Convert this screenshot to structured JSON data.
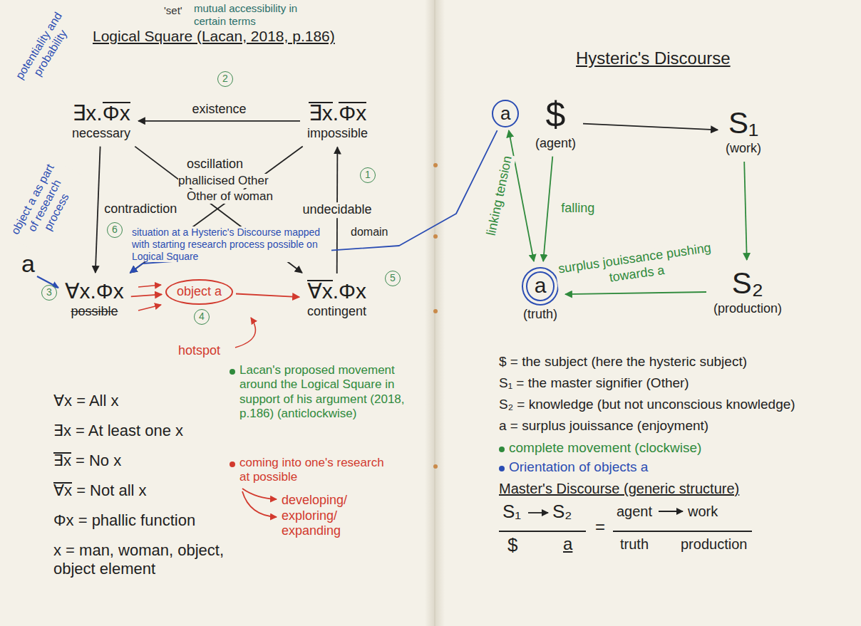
{
  "diagram": {
    "title": "Logical Square (Lacan, 2018, p.186)",
    "nodes": [
      {
        "text": [
          "∃x.Φx",
          "necessary"
        ]
      },
      {
        "text": [
          "∃x.Φx",
          "impossible"
        ]
      },
      {
        "text": [
          "∀x.Φx",
          "possible"
        ]
      },
      {
        "text": [
          "∀x.Φx",
          "contingent"
        ]
      },
      {
        "text": [
          "object a"
        ]
      },
      {
        "text": [
          "a"
        ]
      },
      {
        "text": [
          "$",
          "(agent)"
        ]
      },
      {
        "text": [
          "S₁",
          "(work)"
        ]
      },
      {
        "text": [
          "a",
          "(truth)"
        ]
      },
      {
        "text": [
          "S₂",
          "(production)"
        ]
      }
    ],
    "edges": [
      {
        "from": 1,
        "to": 0,
        "label": "existence",
        "arrow": "to"
      },
      {
        "from": 0,
        "to": 2,
        "label": "contradiction",
        "arrow": "to"
      },
      {
        "from": 3,
        "to": 1,
        "label": "undecidable",
        "arrow": "to"
      },
      {
        "from": 0,
        "to": 3,
        "arrow": "to"
      },
      {
        "from": 1,
        "to": 2,
        "arrow": "to"
      },
      {
        "from": 2,
        "to": 4,
        "arrow": "to"
      },
      {
        "from": 4,
        "to": 3,
        "arrow": "to"
      },
      {
        "from": 6,
        "to": 7,
        "arrow": "to"
      },
      {
        "from": 7,
        "to": 9,
        "arrow": "to"
      },
      {
        "from": 9,
        "to": 8,
        "label": "surplus jouissance pushing towards a",
        "arrow": "to"
      },
      {
        "from": 6,
        "to": 8,
        "label": "falling",
        "arrow": "to"
      },
      {
        "from": 5,
        "to": 8,
        "label": "linking tension",
        "arrow": "both"
      },
      {
        "from": 5,
        "to": 2,
        "arrow": "to"
      }
    ],
    "labels": [
      "'set'",
      "mutual accessibility in certain terms",
      "potentiality and probability",
      "2",
      "1",
      "oscillation",
      "phallicised Other",
      "Other of woman",
      "domain",
      "object a as part of research process",
      "6",
      "situation at a Hysteric's Discourse mapped with starting research process possible on Logical Square",
      "a",
      "3",
      "4",
      "5",
      "hotspot",
      "∀x = All x",
      "∃x = At least one x",
      "∃x = No x",
      "∀x = Not all x",
      "Φx = phallic function",
      "x = man, woman, object, object element",
      "developing/ exploring/ expanding",
      "Hysteric's Discourse",
      "$ = the subject (here the hysteric subject)",
      "S₁ = the master signifier (Other)",
      "S₂ = knowledge (but not unconscious knowledge)",
      "a = surplus jouissance (enjoyment)",
      "Master's Discourse (generic structure)",
      "S₁",
      "S₂",
      "$",
      "a",
      "=",
      "agent",
      "work",
      "truth",
      "production"
    ],
    "legend": [
      {
        "text": "Lacan's proposed movement around the Logical Square in support of his argument (2018, p.186) (anticlockwise)",
        "color": "#2f8a3c"
      },
      {
        "text": "coming into one's research at possible",
        "color": "#d23a2e"
      },
      {
        "text": "complete movement (clockwise)",
        "color": "#2f8a3c"
      },
      {
        "text": "Orientation of objects a",
        "color": "#2b4db3"
      }
    ]
  }
}
